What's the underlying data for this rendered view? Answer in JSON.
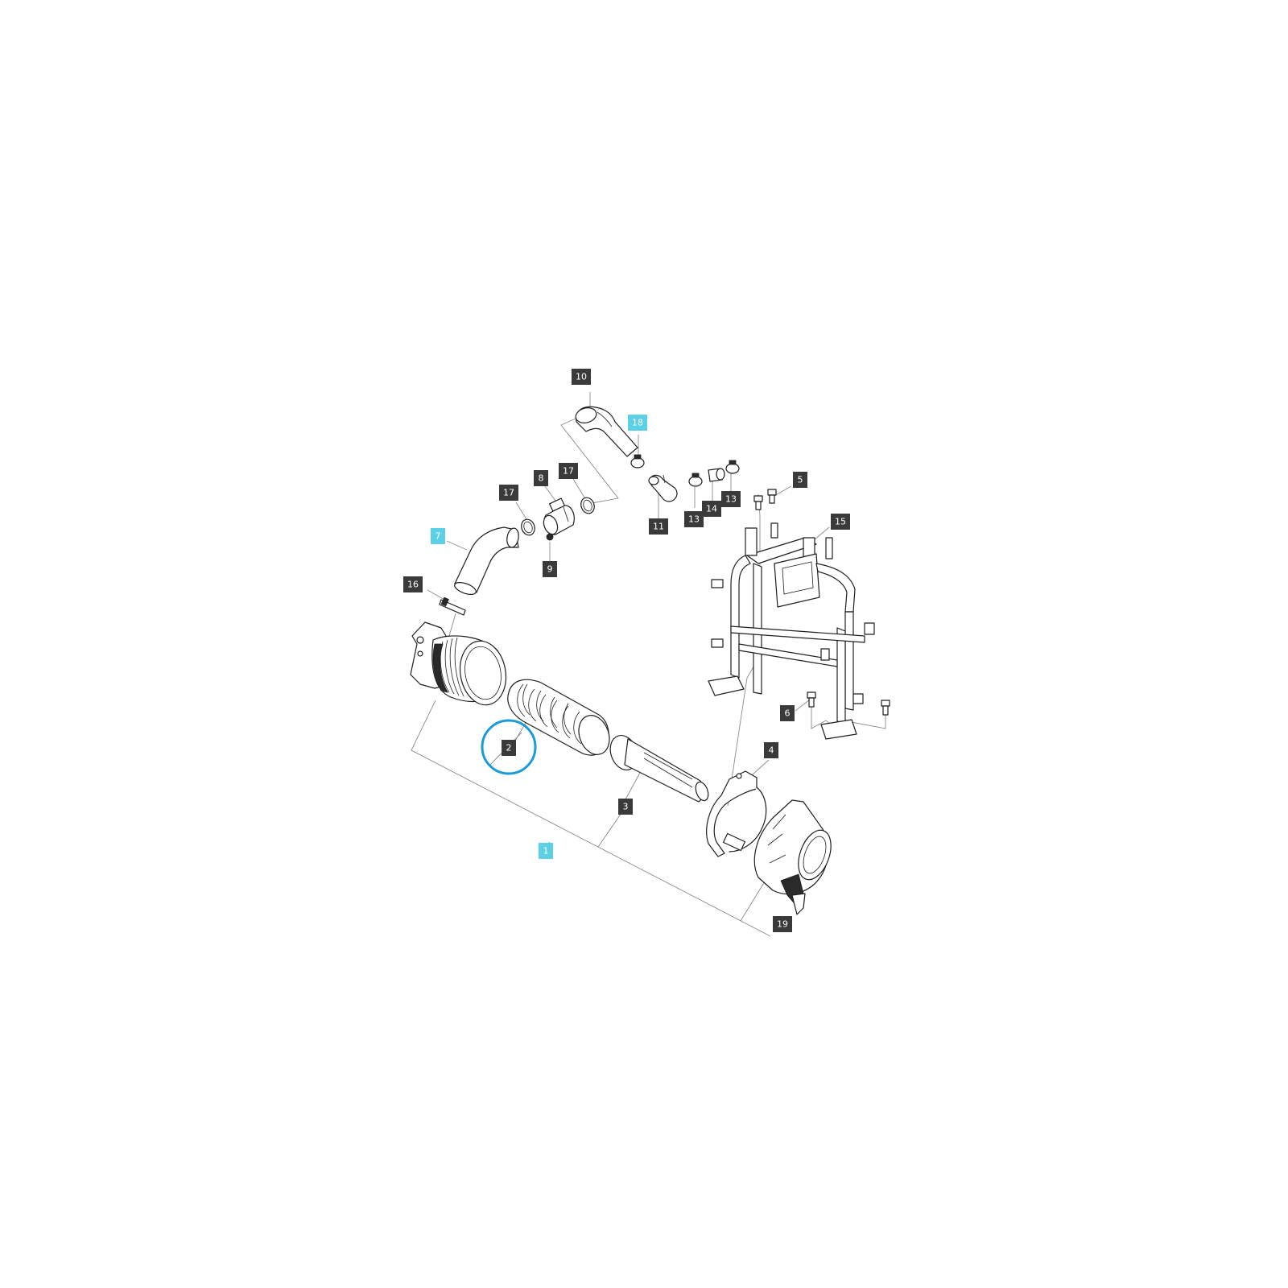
{
  "callouts": [
    {
      "id": "c1",
      "label": "1",
      "highlighted": true
    },
    {
      "id": "c2",
      "label": "2",
      "highlighted": false
    },
    {
      "id": "c3",
      "label": "3",
      "highlighted": false
    },
    {
      "id": "c4",
      "label": "4",
      "highlighted": false
    },
    {
      "id": "c5",
      "label": "5",
      "highlighted": false
    },
    {
      "id": "c6",
      "label": "6",
      "highlighted": false
    },
    {
      "id": "c7",
      "label": "7",
      "highlighted": true
    },
    {
      "id": "c8",
      "label": "8",
      "highlighted": false
    },
    {
      "id": "c9",
      "label": "9",
      "highlighted": false
    },
    {
      "id": "c10",
      "label": "10",
      "highlighted": false
    },
    {
      "id": "c11",
      "label": "11",
      "highlighted": false
    },
    {
      "id": "c13a",
      "label": "13",
      "highlighted": false
    },
    {
      "id": "c13b",
      "label": "13",
      "highlighted": false
    },
    {
      "id": "c14",
      "label": "14",
      "highlighted": false
    },
    {
      "id": "c15",
      "label": "15",
      "highlighted": false
    },
    {
      "id": "c16",
      "label": "16",
      "highlighted": false
    },
    {
      "id": "c17a",
      "label": "17",
      "highlighted": false
    },
    {
      "id": "c17b",
      "label": "17",
      "highlighted": false
    },
    {
      "id": "c18",
      "label": "18",
      "highlighted": true
    },
    {
      "id": "c19",
      "label": "19",
      "highlighted": false
    }
  ],
  "selection": {
    "label": "2",
    "color": "#1a9ad6"
  },
  "colors": {
    "callout_bg": "#3a3a3a",
    "callout_highlight": "#5cd0e4",
    "line": "#1e1e1e"
  }
}
